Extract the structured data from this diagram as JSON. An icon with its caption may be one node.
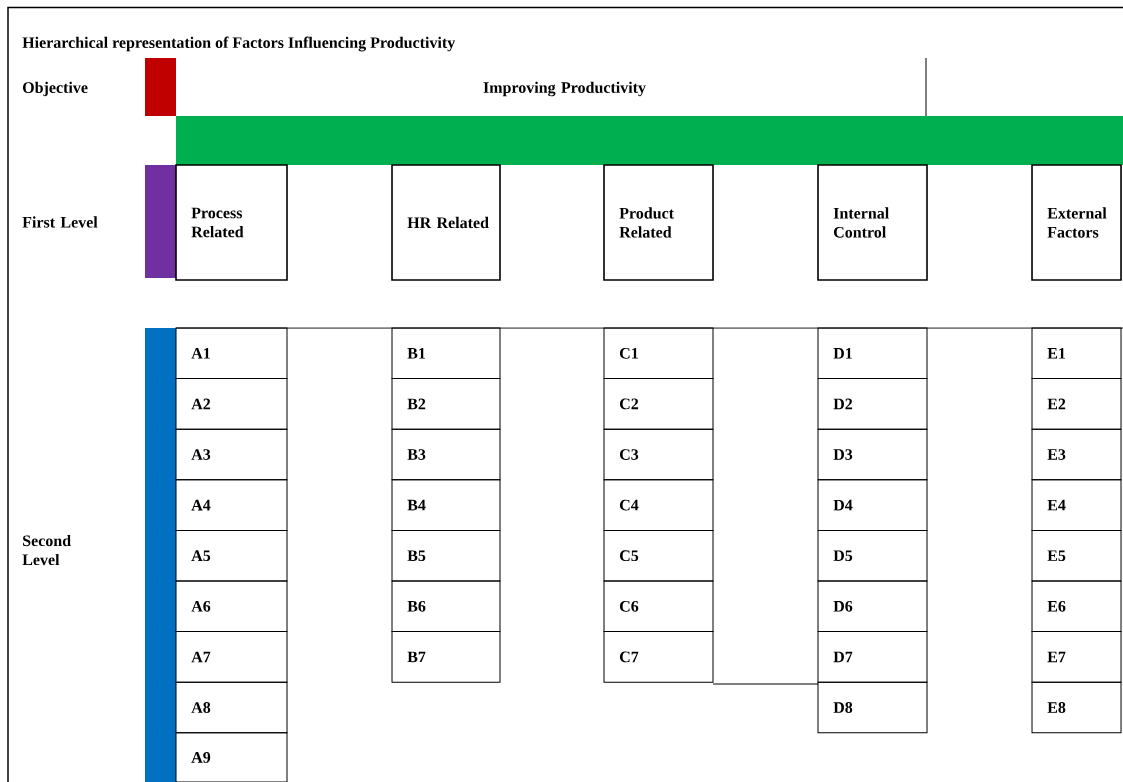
{
  "diagram": {
    "title": "Hierarchical representation of Factors Influencing Productivity",
    "nodes": [
      {
        "text": [
          "Process Related"
        ]
      },
      {
        "text": [
          "HR Related"
        ]
      },
      {
        "text": [
          "Product Related"
        ]
      },
      {
        "text": [
          "Internal Control"
        ]
      },
      {
        "text": [
          "External Factors"
        ]
      },
      {
        "text": [
          "A1"
        ]
      },
      {
        "text": [
          "A2"
        ]
      },
      {
        "text": [
          "A3"
        ]
      },
      {
        "text": [
          "A4"
        ]
      },
      {
        "text": [
          "A5"
        ]
      },
      {
        "text": [
          "A6"
        ]
      },
      {
        "text": [
          "A7"
        ]
      },
      {
        "text": [
          "A8"
        ]
      },
      {
        "text": [
          "A9"
        ]
      },
      {
        "text": [
          "B1"
        ]
      },
      {
        "text": [
          "B2"
        ]
      },
      {
        "text": [
          "B3"
        ]
      },
      {
        "text": [
          "B4"
        ]
      },
      {
        "text": [
          "B5"
        ]
      },
      {
        "text": [
          "B6"
        ]
      },
      {
        "text": [
          "B7"
        ]
      },
      {
        "text": [
          "C1"
        ]
      },
      {
        "text": [
          "C2"
        ]
      },
      {
        "text": [
          "C3"
        ]
      },
      {
        "text": [
          "C4"
        ]
      },
      {
        "text": [
          "C5"
        ]
      },
      {
        "text": [
          "C6"
        ]
      },
      {
        "text": [
          "C7"
        ]
      },
      {
        "text": [
          "D1"
        ]
      },
      {
        "text": [
          "D2"
        ]
      },
      {
        "text": [
          "D3"
        ]
      },
      {
        "text": [
          "D4"
        ]
      },
      {
        "text": [
          "D5"
        ]
      },
      {
        "text": [
          "D6"
        ]
      },
      {
        "text": [
          "D7"
        ]
      },
      {
        "text": [
          "D8"
        ]
      },
      {
        "text": [
          "E1"
        ]
      },
      {
        "text": [
          "E2"
        ]
      },
      {
        "text": [
          "E3"
        ]
      },
      {
        "text": [
          "E4"
        ]
      },
      {
        "text": [
          "E5"
        ]
      },
      {
        "text": [
          "E6"
        ]
      },
      {
        "text": [
          "E7"
        ]
      },
      {
        "text": [
          "E8"
        ]
      }
    ],
    "labels": [
      "Objective",
      "Improving Productivity",
      "First Level",
      "Second Level"
    ]
  }
}
